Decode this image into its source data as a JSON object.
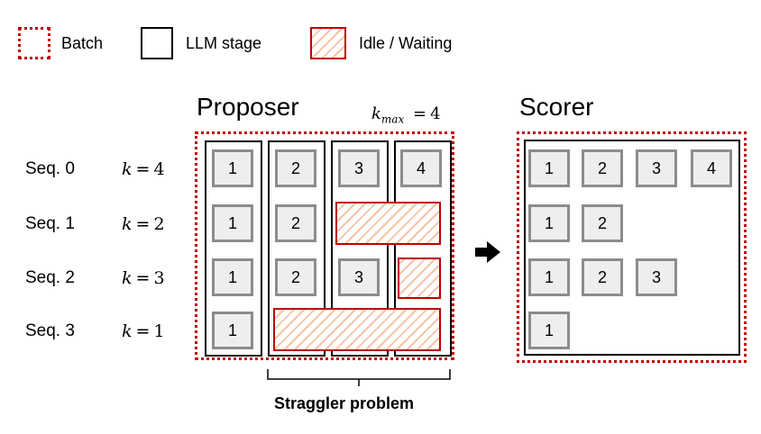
{
  "legend": {
    "batch_label": "Batch",
    "stage_label": "LLM stage",
    "idle_label": "Idle / Waiting"
  },
  "proposer": {
    "title": "Proposer",
    "kmax_symbol": "k",
    "kmax_sub": "max",
    "kmax_value": "4"
  },
  "scorer": {
    "title": "Scorer"
  },
  "sequences": [
    {
      "label": "Seq. 0",
      "k_symbol": "k",
      "k_value": "4"
    },
    {
      "label": "Seq. 1",
      "k_symbol": "k",
      "k_value": "2"
    },
    {
      "label": "Seq. 2",
      "k_symbol": "k",
      "k_value": "3"
    },
    {
      "label": "Seq. 3",
      "k_symbol": "k",
      "k_value": "1"
    }
  ],
  "tokens": [
    "1",
    "2",
    "3",
    "4"
  ],
  "straggler_label": "Straggler problem",
  "colors": {
    "batch_border": "#c00000",
    "idle_border": "#c00000",
    "hatch": "#f5c4a8",
    "token_fill": "#eeeeee",
    "token_border": "#8c8c8c"
  }
}
